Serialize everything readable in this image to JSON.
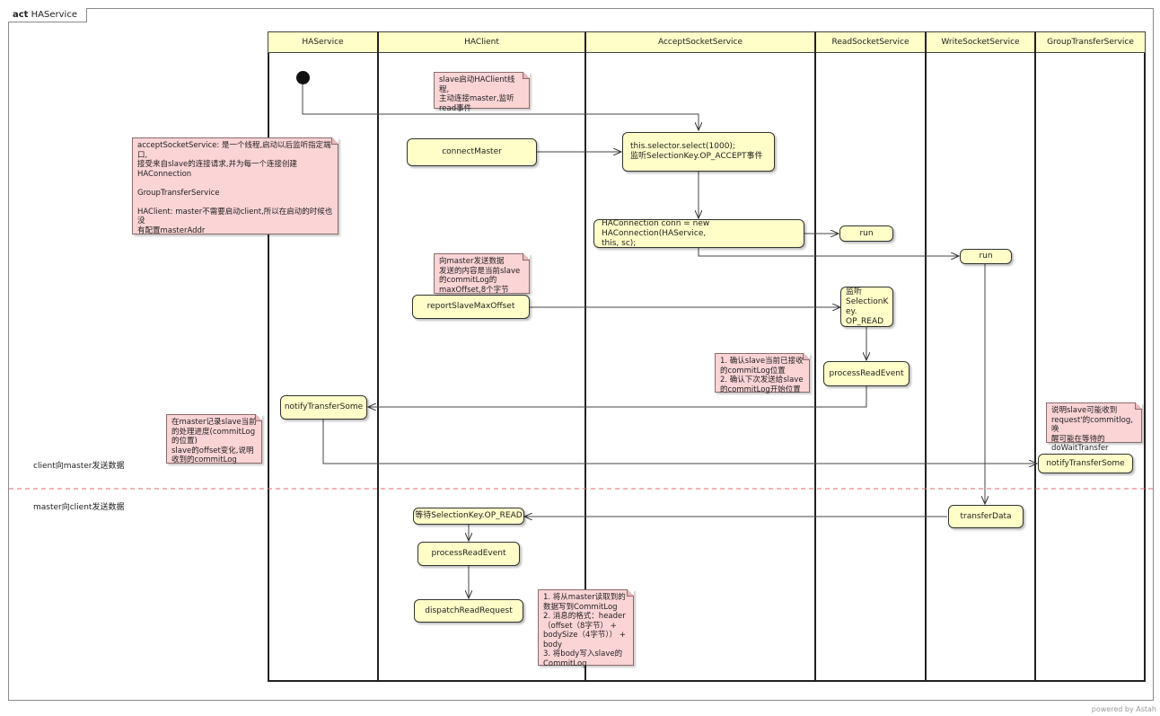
{
  "frame": {
    "keyword": "act",
    "title": "HAService"
  },
  "lanes": [
    "HAService",
    "HAClient",
    "AcceptSocketService",
    "ReadSocketService",
    "WriteSocketService",
    "GroupTransferService"
  ],
  "nodes": {
    "connect_master": "connectMaster",
    "selector_select": "this.selector.select(1000);\n监听SelectionKey.OP_ACCEPT事件",
    "new_haconnection": "HAConnection conn = new HAConnection(HAService,\nthis, sc);",
    "read_run": "run",
    "write_run": "run",
    "report_slave_max_offset": "reportSlaveMaxOffset",
    "listen_op_read": "监听\nSelectionK\ney.\nOP_READ",
    "process_read_event_master": "processReadEvent",
    "notify_transfer_some_ha": "notifyTransferSome",
    "notify_transfer_some_group": "notifyTransferSome",
    "transfer_data": "transferData",
    "wait_op_read": "等待SelectionKey.OP_READ",
    "process_read_event_slave": "processReadEvent",
    "dispatch_read_request": "dispatchReadRequest"
  },
  "notes": {
    "slave_start": "slave启动HAClient线程,\n主动连接master,监听\nread事件",
    "services_desc": "acceptSocketService: 是一个线程,启动以后监听指定端口,\n接受来自slave的连接请求,并为每一个连接创建\nHAConnection\n\nGroupTransferService\n\nHAClient: master不需要启动client,所以在启动的时候也没\n有配置masterAddr",
    "send_to_master": "向master发送数据\n发送的内容是当前slave\n的commitLog的\nmaxOffset,8个字节",
    "confirm_slave": "1. 确认slave当前已接收\n的commitLog位置\n2. 确认下次发送给slave\n的commitLog开始位置",
    "record_progress": "在master记录slave当前\n的处理进度(commitLog\n的位置)\nslave的offset变化,说明\n收到的commitLog",
    "wake_transfer": "说明slave可能收到\nrequest'的commitlog,唤\n醒可能在等待的\ndoWaitTransfer",
    "slave_process": "1. 将从master读取到的\n数据写到CommitLog\n2. 消息的格式：header\n（offset（8字节） +\nbodySize（4字节））  +\nbody\n3. 将body写入slave的\nCommitLog"
  },
  "labels": {
    "client_to_master": "client向master发送数据",
    "master_to_client": "master向client发送数据"
  },
  "footer": "powered by Astah"
}
